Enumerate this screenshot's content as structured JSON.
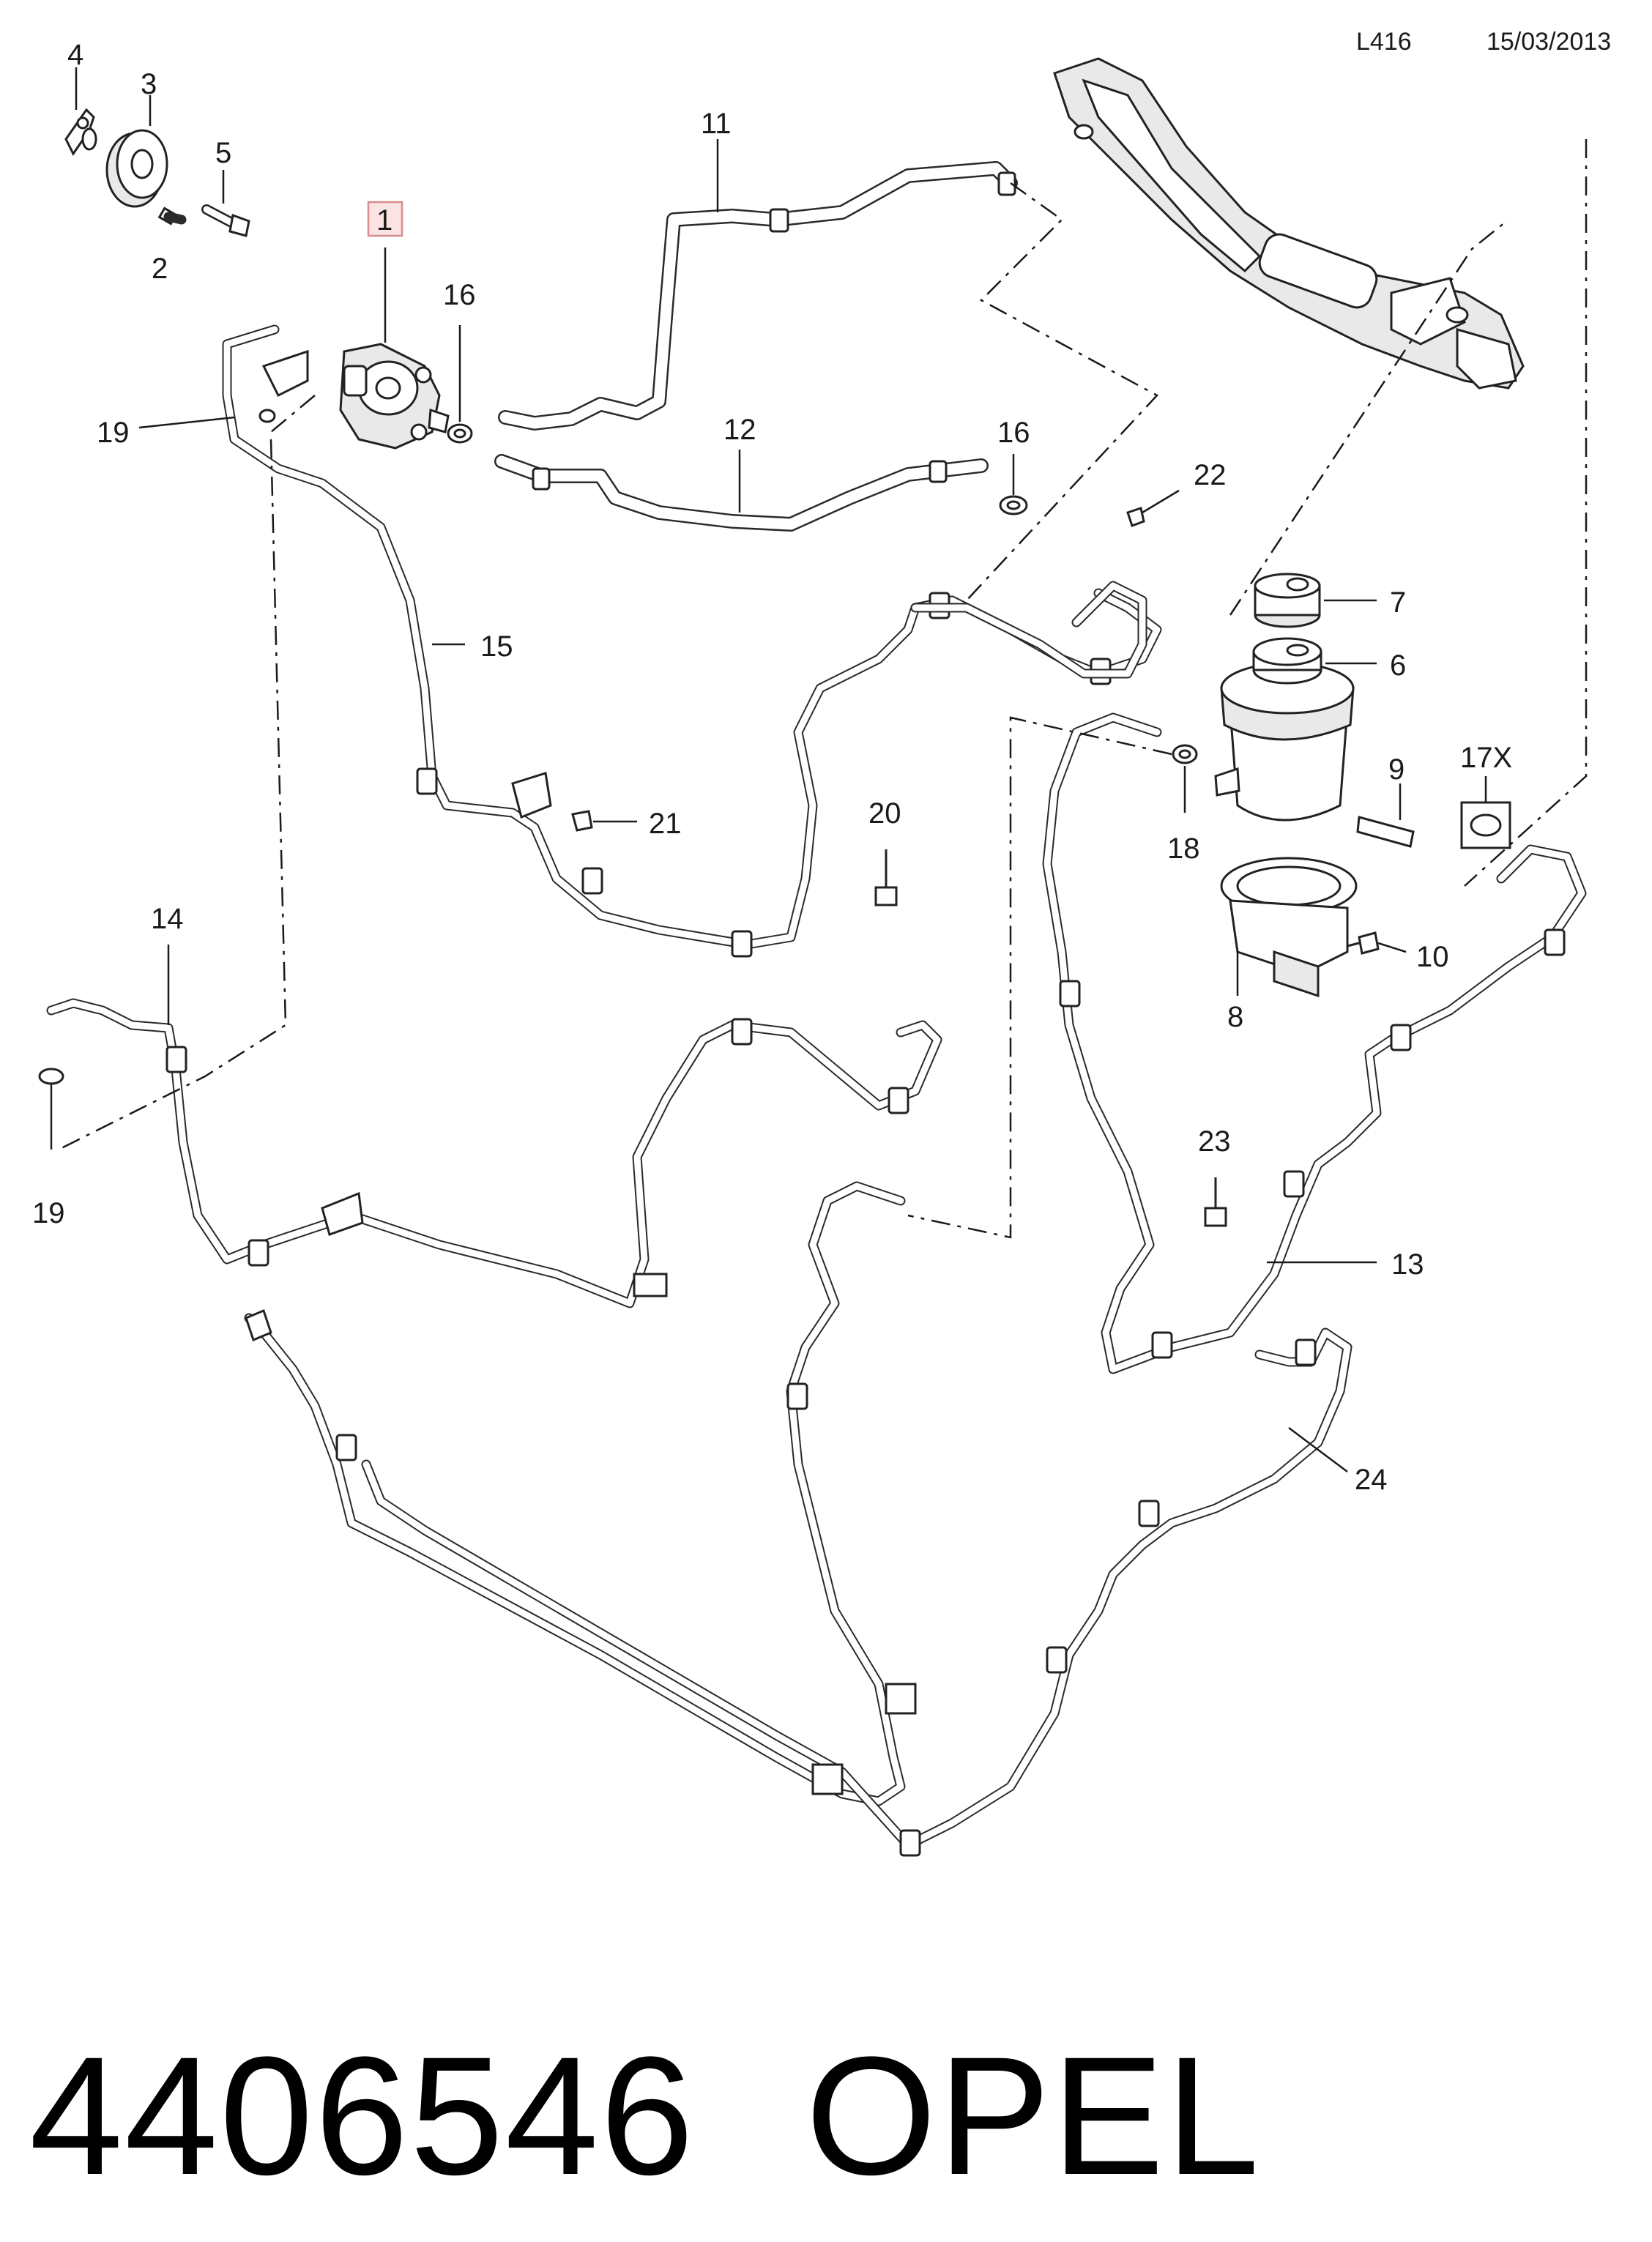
{
  "header": {
    "diagram_code": "L416",
    "date": "15/03/2013"
  },
  "callouts": {
    "c1": "1",
    "c2": "2",
    "c3": "3",
    "c4": "4",
    "c5": "5",
    "c6": "6",
    "c7": "7",
    "c8": "8",
    "c9": "9",
    "c10": "10",
    "c11": "11",
    "c12": "12",
    "c13": "13",
    "c14": "14",
    "c15": "15",
    "c16a": "16",
    "c16b": "16",
    "c17": "17X",
    "c18": "18",
    "c19a": "19",
    "c19b": "19",
    "c20": "20",
    "c21": "21",
    "c22": "22",
    "c23": "23",
    "c24": "24"
  },
  "footer": {
    "part_number": "4406546",
    "brand": "OPEL"
  },
  "colors": {
    "line": "#1a1a1a",
    "highlight_fill": "#fbe3e3",
    "highlight_stroke": "#d98c8c"
  }
}
